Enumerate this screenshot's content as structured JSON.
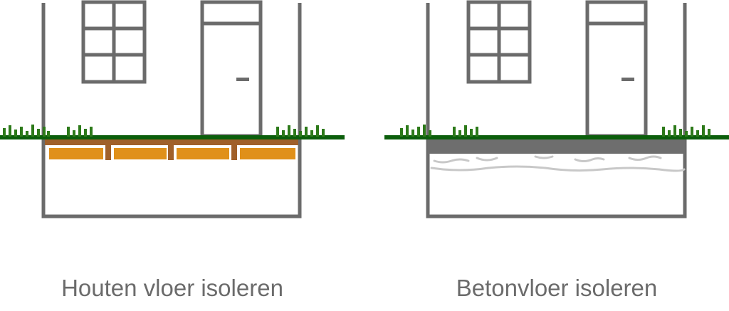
{
  "diagrams": [
    {
      "caption": "Houten vloer isoleren",
      "floor_type": "wood",
      "colors": {
        "wall": "#6b6b6b",
        "grass": "#2d7a1a",
        "ground_line": "#0b5e0b",
        "joist": "#a0602a",
        "insulation": "#e0901a"
      }
    },
    {
      "caption": "Betonvloer isoleren",
      "floor_type": "concrete",
      "colors": {
        "wall": "#6b6b6b",
        "grass": "#2d7a1a",
        "ground_line": "#0b5e0b",
        "slab": "#6e6e6e",
        "insulation": "#c8c8c8"
      }
    }
  ]
}
